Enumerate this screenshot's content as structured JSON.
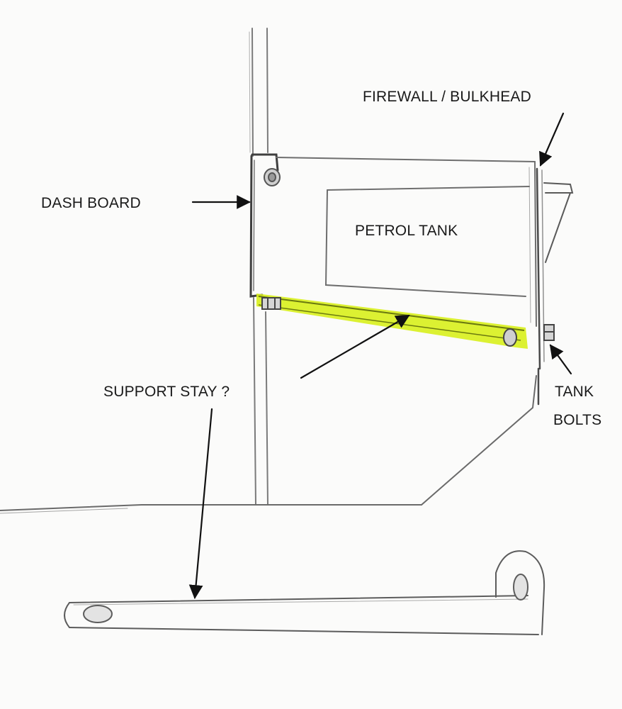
{
  "labels": {
    "firewall": "FIREWALL / BULKHEAD",
    "dash_board": "DASH BOARD",
    "petrol_tank": "PETROL TANK",
    "support_stay": "SUPPORT STAY ?",
    "tank": "TANK",
    "bolts": "BOLTS"
  },
  "colors": {
    "pencil": "#6b6b6b",
    "pencil_dark": "#3f3f3f",
    "highlight": "#d8ef1c",
    "arrow": "#111111",
    "paper": "#fbfbfa"
  }
}
